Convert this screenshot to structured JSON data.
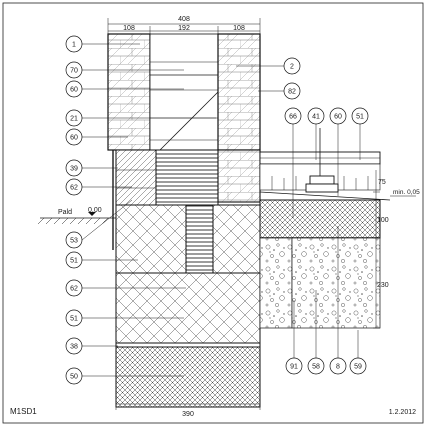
{
  "drawing": {
    "id": "M1SD1",
    "date": "1.2.2012"
  },
  "dimensions": {
    "top_total": "408",
    "top_left": "108",
    "top_mid": "192",
    "top_right": "108",
    "bottom_total": "390",
    "right_75": "75",
    "right_100": "100",
    "right_230": "230",
    "min_slope": "min. 0,05",
    "ground_level": "0,00"
  },
  "labels": {
    "ground": "Pald"
  },
  "callouts_left": [
    "1",
    "70",
    "60",
    "21",
    "60",
    "39",
    "62",
    "53",
    "51",
    "62",
    "51",
    "38",
    "50"
  ],
  "callouts_right": [
    "2",
    "82"
  ],
  "callouts_top": [
    "66",
    "41",
    "60",
    "51"
  ],
  "callouts_bottom": [
    "91",
    "58",
    "8",
    "59"
  ]
}
